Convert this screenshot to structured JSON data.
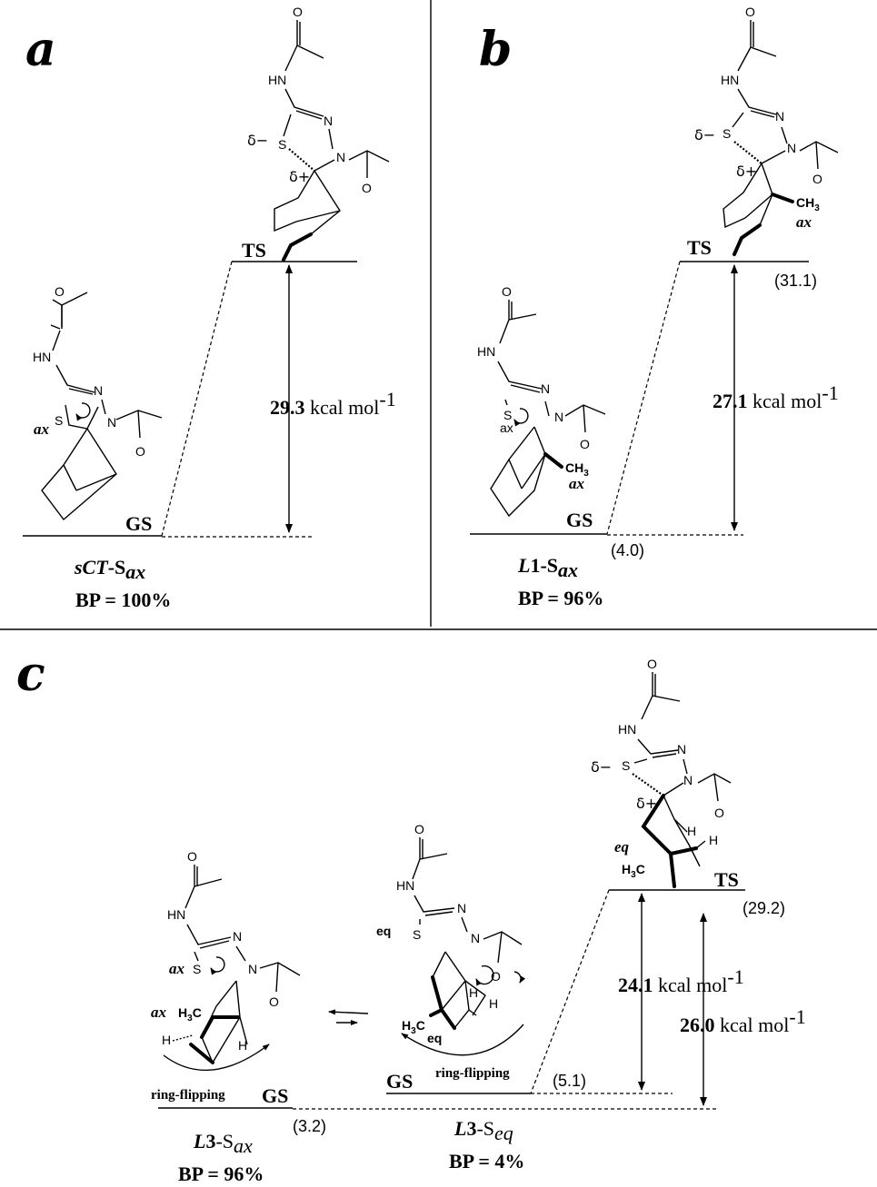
{
  "panels": [
    "a",
    "b",
    "c"
  ],
  "atoms": {
    "HN": "HN",
    "N": "N",
    "S": "S",
    "O": "O",
    "H": "H",
    "CH3": "CH",
    "H3C": "H",
    "sub3": "3",
    "C": "C",
    "delta_minus": "δ−",
    "delta_plus": "δ+",
    "ax": "ax",
    "eq": "eq"
  },
  "panel_a": {
    "ts_label": "TS",
    "gs_label": "GS",
    "barrier_value": "29.3",
    "barrier_unit": " kcal mol",
    "barrier_exp": "-1",
    "name_main": "sCT",
    "name_dash": "-S",
    "name_sub": "ax",
    "bp": "BP = 100%"
  },
  "panel_b": {
    "ts_label": "TS",
    "gs_label": "GS",
    "ts_rel": "(31.1)",
    "gs_rel": "(4.0)",
    "barrier_value": "27.1",
    "barrier_unit": " kcal mol",
    "barrier_exp": "-1",
    "name_main": "L",
    "name_num": "1",
    "name_dash": "-S",
    "name_sub": "ax",
    "bp": "BP = 96%"
  },
  "panel_c": {
    "ts_label": "TS",
    "gs_label_ax": "GS",
    "gs_label_eq": "GS",
    "ts_rel": "(29.2)",
    "gs_ax_rel": "(3.2)",
    "gs_eq_rel": "(5.1)",
    "barrier1_value": "24.1",
    "barrier2_value": "26.0",
    "barrier_unit": " kcal mol",
    "barrier_exp": "-1",
    "ring_flip": "ring-flipping",
    "ax_name_main": "L",
    "ax_name_num": "3",
    "ax_name_dash": "-S",
    "ax_name_sub": "ax",
    "ax_bp": "BP = 96%",
    "eq_name_main": "L",
    "eq_name_num": "3",
    "eq_name_dash": "-S",
    "eq_name_sub": "eq",
    "eq_bp": "BP = 4%"
  }
}
